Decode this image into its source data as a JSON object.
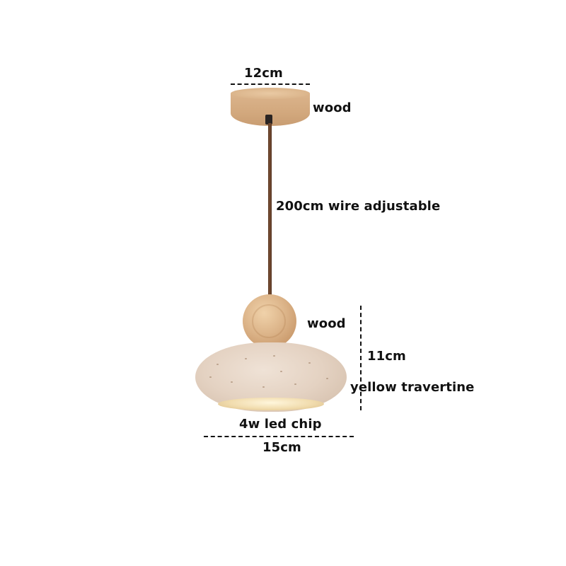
{
  "product": {
    "type": "pendant-lamp-dimension-diagram",
    "colors": {
      "canopy_wood": "#d9b288",
      "wire": "#6b4430",
      "ball_wood": "#dcb489",
      "shade_travertine": "#e4d2c2",
      "led_glow": "#f1dcae",
      "text": "#111111"
    }
  },
  "labels": {
    "canopy_width": "12cm",
    "canopy_material": "wood",
    "wire": "200cm wire adjustable",
    "ball_material": "wood",
    "shade_height": "11cm",
    "shade_material": "yellow travertine",
    "light_source": "4w led chip",
    "shade_width": "15cm"
  }
}
